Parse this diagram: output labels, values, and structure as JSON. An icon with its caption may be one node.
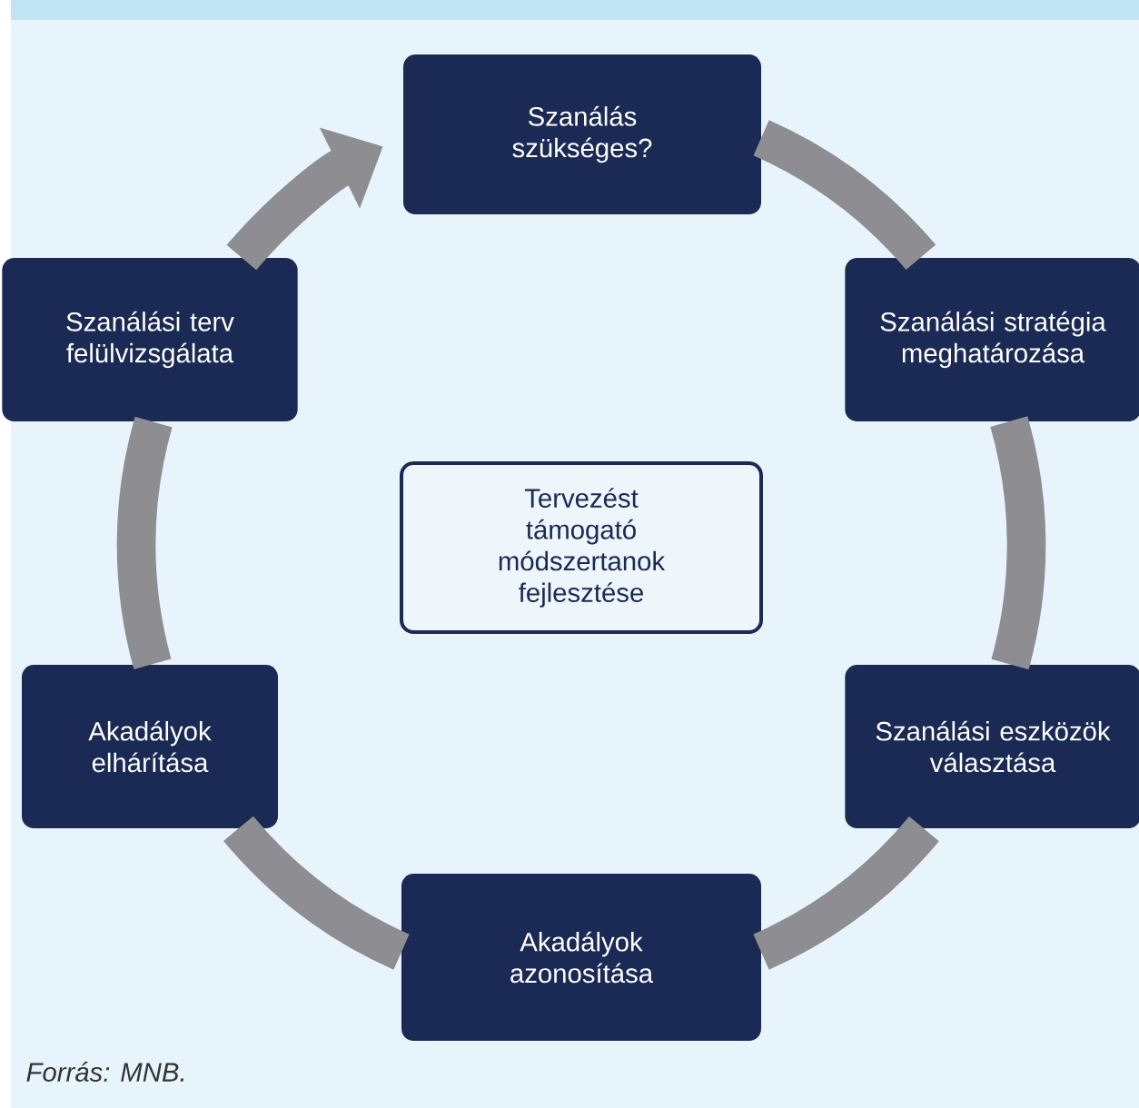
{
  "diagram": {
    "nodes": [
      {
        "text": [
          "Szanálás szükséges?"
        ]
      },
      {
        "text": [
          "Szanálási stratégia meghatározása"
        ]
      },
      {
        "text": [
          "Szanálási eszközök választása"
        ]
      },
      {
        "text": [
          "Akadályok azonosítása"
        ]
      },
      {
        "text": [
          "Akadályok elhárítása"
        ]
      },
      {
        "text": [
          "Szanálási terv felülvizsgálata"
        ]
      },
      {
        "text": [
          "Tervezést támogató módszertanok fejlesztése"
        ]
      }
    ],
    "edges": [
      {
        "from": 0,
        "to": 1,
        "arrow": "none"
      },
      {
        "from": 1,
        "to": 2,
        "arrow": "none"
      },
      {
        "from": 2,
        "to": 3,
        "arrow": "none"
      },
      {
        "from": 3,
        "to": 4,
        "arrow": "none"
      },
      {
        "from": 4,
        "to": 5,
        "arrow": "none"
      },
      {
        "from": 5,
        "to": 0,
        "arrow": "to"
      }
    ],
    "labels": [
      "*Forrás: MNB.*"
    ]
  }
}
